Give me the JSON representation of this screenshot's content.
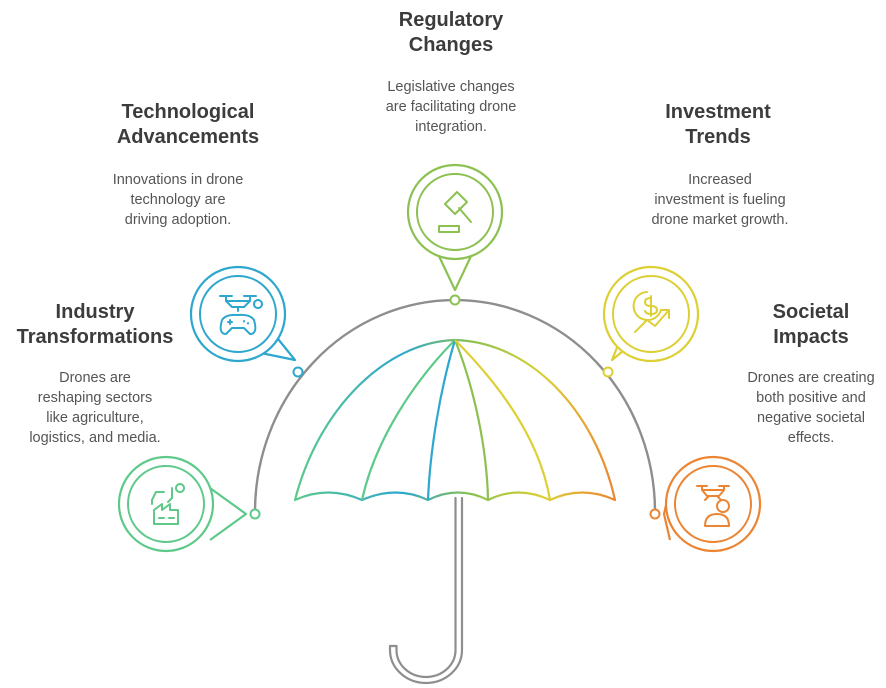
{
  "colors": {
    "handle": "#8e8e8e",
    "industry": "#5ec98a",
    "technology": "#2ea7cf",
    "regulatory": "#8cc152",
    "investment": "#ddcf34",
    "societal": "#ec8533",
    "title_text": "#3c3c3c",
    "body_text": "#555555"
  },
  "items": [
    {
      "id": "industry",
      "icon": "factory-robot-arm-icon",
      "title": [
        "Industry",
        "Transformations"
      ],
      "desc": [
        "Drones are",
        "reshaping sectors",
        "like agriculture,",
        "logistics, and media."
      ]
    },
    {
      "id": "technology",
      "icon": "drone-controller-icon",
      "title": [
        "Technological",
        "Advancements"
      ],
      "desc": [
        "Innovations in drone",
        "technology are",
        "driving adoption."
      ]
    },
    {
      "id": "regulatory",
      "icon": "gavel-icon",
      "title": [
        "Regulatory",
        "Changes"
      ],
      "desc": [
        "Legislative changes",
        "are facilitating drone",
        "integration."
      ]
    },
    {
      "id": "investment",
      "icon": "dollar-growth-icon",
      "title": [
        "Investment",
        "Trends"
      ],
      "desc": [
        "Increased",
        "investment is fueling",
        "drone market growth."
      ]
    },
    {
      "id": "societal",
      "icon": "drone-person-icon",
      "title": [
        "Societal",
        "Impacts"
      ],
      "desc": [
        "Drones are creating",
        "both positive and",
        "negative societal",
        "effects."
      ]
    }
  ]
}
